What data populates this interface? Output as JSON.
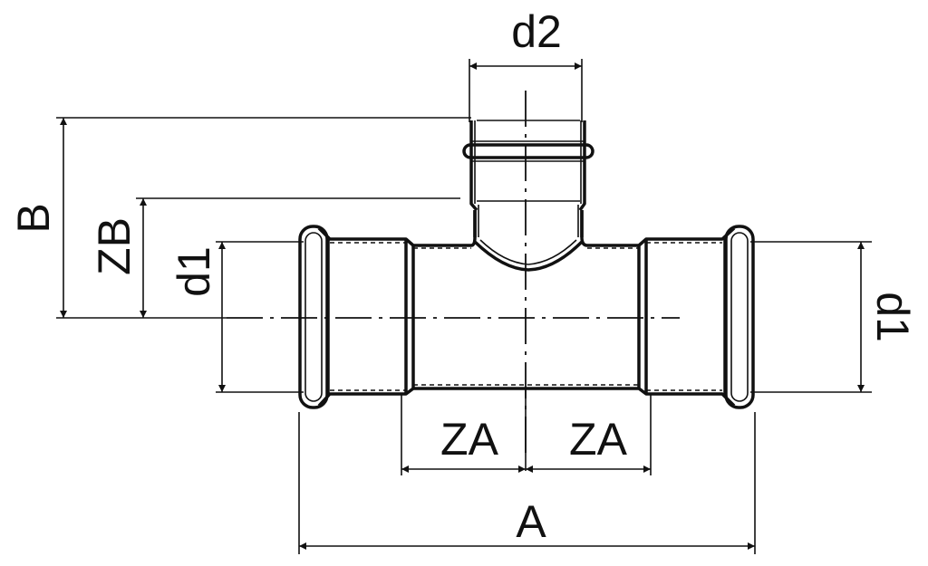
{
  "title": "Reducing tee fitting dimension drawing",
  "labels": {
    "d2": "d2",
    "B": "B",
    "ZB": "ZB",
    "d1_left": "d1",
    "d1_right": "d1",
    "ZA_left": "ZA",
    "ZA_right": "ZA",
    "A": "A"
  }
}
